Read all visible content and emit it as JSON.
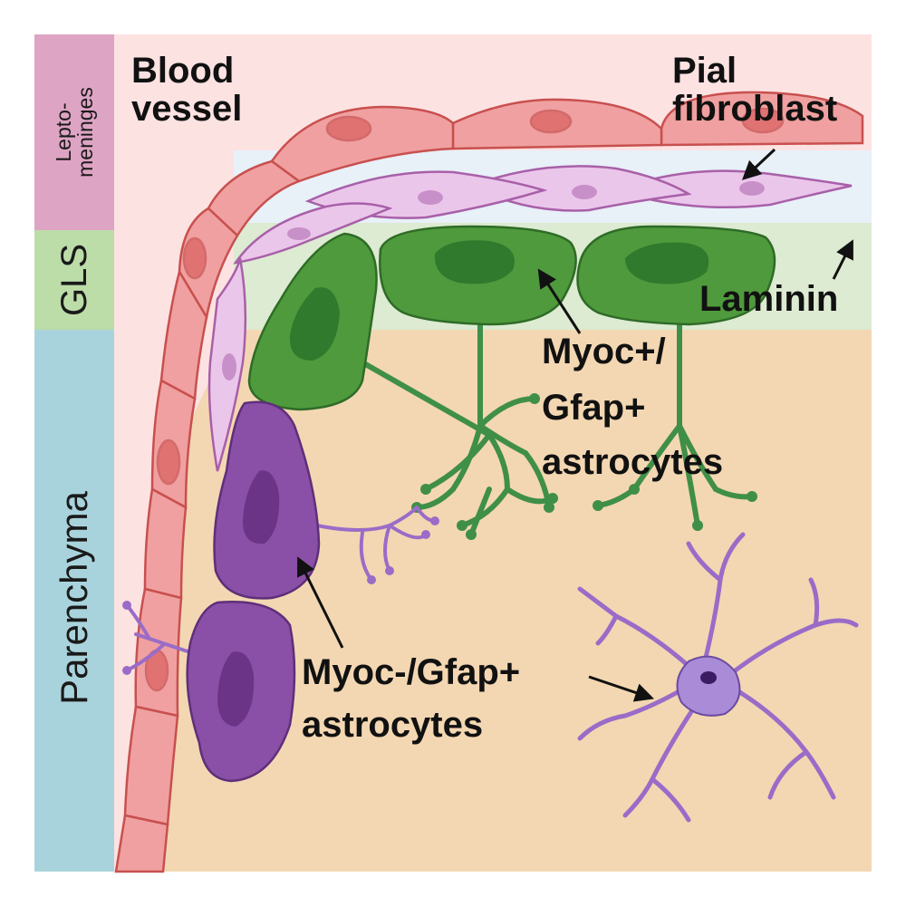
{
  "sidebar": {
    "leptomeninges": "Lepto-\nmeninges",
    "gls": "GLS",
    "parenchyma": "Parenchyma"
  },
  "labels": {
    "blood_vessel_1": "Blood",
    "blood_vessel_2": "vessel",
    "pial_fibroblast_1": "Pial",
    "pial_fibroblast_2": "fibroblast",
    "laminin": "Laminin",
    "myoc_pos_1": "Myoc+/",
    "myoc_pos_2": "Gfap+",
    "myoc_pos_3": "astrocytes",
    "myoc_neg_1": "Myoc-/Gfap+",
    "myoc_neg_2": "astrocytes"
  },
  "colors": {
    "leptomeninges_band": "#dea4c4",
    "gls_band": "#bcdca8",
    "parenchyma_band": "#a9d3dc",
    "pink_background": "#fde2e2",
    "blue_layer": "#e8f0f8",
    "green_layer": "#dcebd1",
    "parenchyma_tan": "#f3d7b2",
    "vessel_cell": "#f0a0a0",
    "fibroblast": "#ebc6eb",
    "astro_green": "#3f8f35",
    "astro_purple": "#8a4fa6"
  }
}
